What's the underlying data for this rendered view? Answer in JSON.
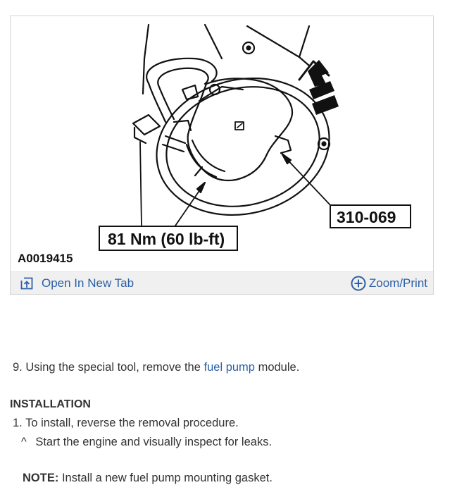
{
  "figure": {
    "callout_torque": "81 Nm (60 lb-ft)",
    "callout_tool": "310-069",
    "figure_id": "A0019415",
    "open_label": "Open In New Tab",
    "zoom_label": "Zoom/Print",
    "link_color": "#2b5fa6"
  },
  "removal": {
    "step_9_num": "9.",
    "step_9_pre": "Using the special tool, remove the",
    "step_9_link": "fuel pump",
    "step_9_post": "module."
  },
  "installation": {
    "heading": "INSTALLATION",
    "step_1_num": "1.",
    "step_1_text": "To install, reverse the removal procedure.",
    "sub_bullet": "^",
    "sub_text": "Start the engine and visually inspect for leaks.",
    "note_label": "NOTE:",
    "note_text": "Install a new fuel pump mounting gasket."
  }
}
